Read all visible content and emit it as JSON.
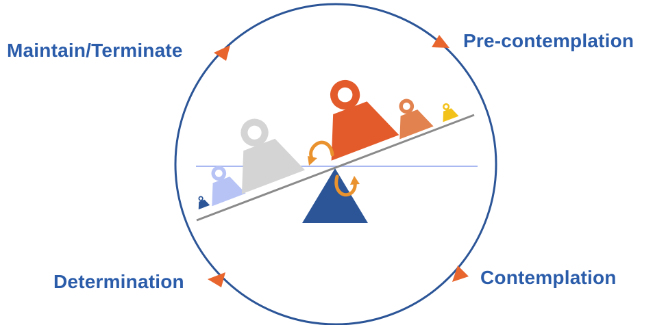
{
  "stages": {
    "maintain": "Maintain/Terminate",
    "precontemplation": "Pre-contemplation",
    "contemplation": "Contemplation",
    "determination": "Determination"
  },
  "colors": {
    "label_text": "#2A5CAA",
    "circle": "#2B5597",
    "arrow": "#E8652E",
    "fulcrum": "#2B5597",
    "beam": "#8A8A8A",
    "reference_line": "#A9B8F0",
    "rotation_arrow": "#E9922E",
    "weight_large_orange": "#E35B2A",
    "weight_mid_orange": "#E2824E",
    "weight_small_yellow": "#F3C21A",
    "weight_gray": "#D4D4D4",
    "weight_lavender": "#B7C3F5",
    "weight_small_navy": "#2B5597"
  },
  "icons": {
    "circle_arrows": "triangle-arrowhead",
    "rotation_arrows": "curved-arrow",
    "weights": "kettlebell-weight"
  }
}
